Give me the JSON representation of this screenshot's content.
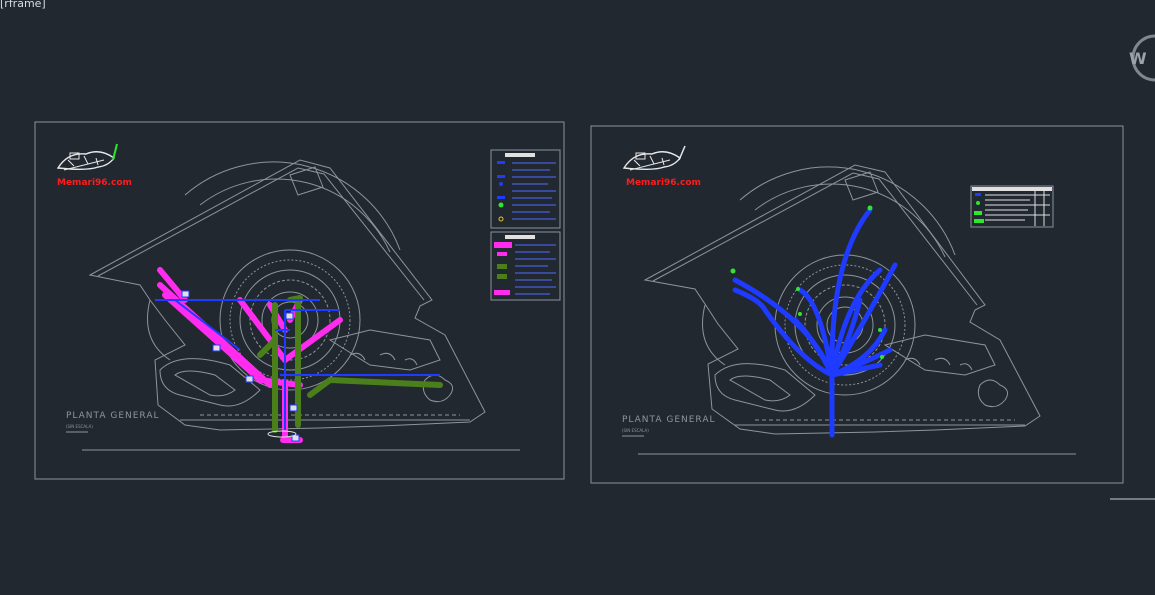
{
  "viewport": {
    "label": "[rframe]"
  },
  "viewcube": {
    "label": "W"
  },
  "sheets": [
    {
      "title": "PLANTA GENERAL",
      "subtitle": "(SIN ESCALA)",
      "logo_url": "Memari96.com"
    },
    {
      "title": "PLANTA GENERAL",
      "subtitle": "(SIN ESCALA)",
      "logo_url": "Memari96.com"
    }
  ],
  "colors": {
    "background": "#212830",
    "sheet_border": "#8a929c",
    "plan_lines": "#8d949c",
    "magenta": "#ff2cf0",
    "blue": "#1f3bff",
    "green": "#4a7f1c",
    "logo_red": "#ff1c1c",
    "logo_green": "#2ee62e"
  }
}
